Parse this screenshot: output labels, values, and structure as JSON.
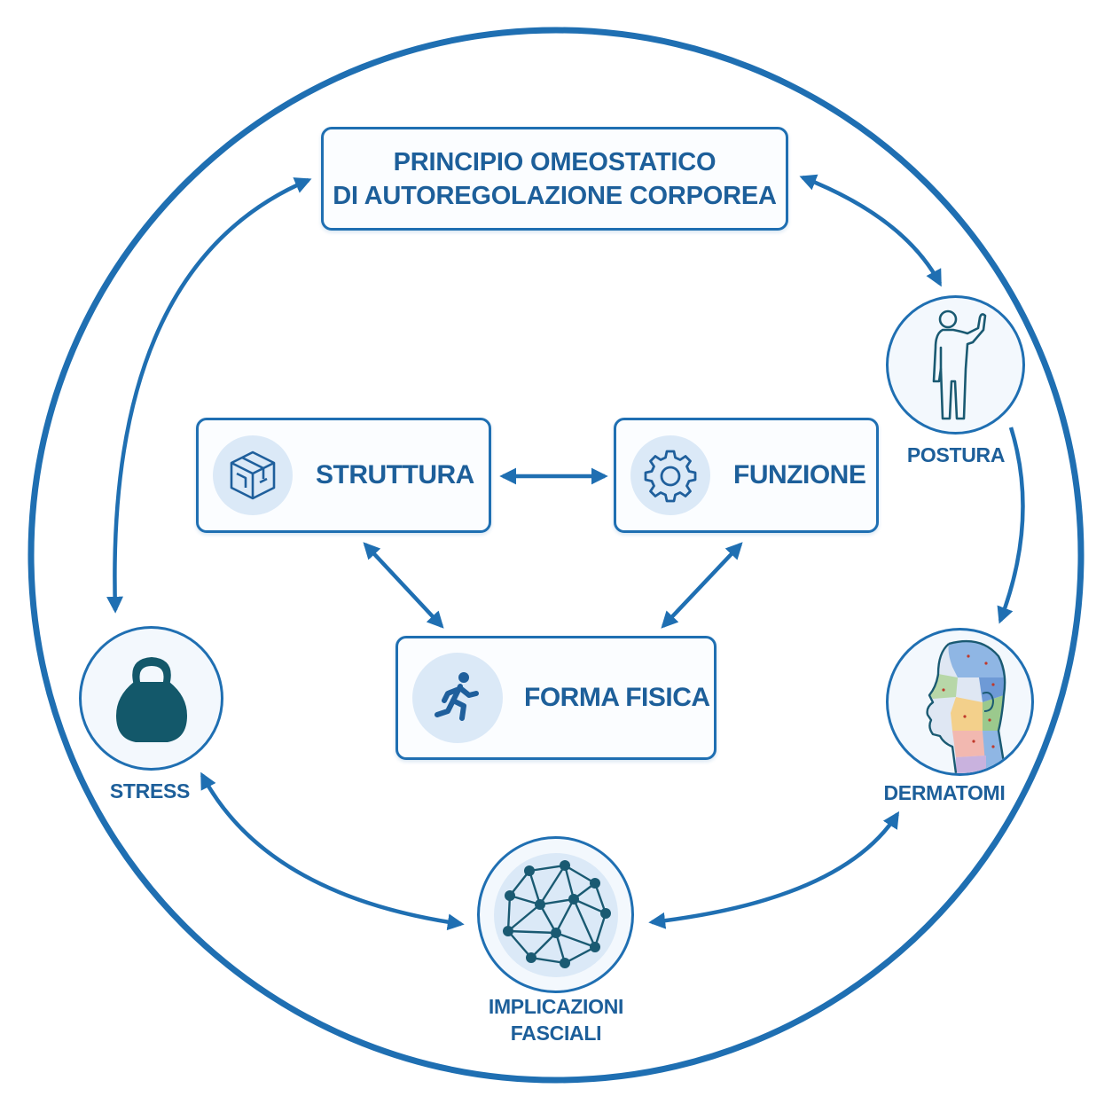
{
  "colors": {
    "primary": "#1f6fb2",
    "text": "#1d5f9a",
    "icon_bg": "#dbe9f7",
    "dark_icon": "#13586a"
  },
  "header": {
    "line1": "PRINCIPIO OMEOSTATICO",
    "line2": "DI AUTOREGOLAZIONE CORPOREA"
  },
  "center_nodes": {
    "struttura": {
      "label": "STRUTTURA",
      "icon": "cube-icon"
    },
    "funzione": {
      "label": "FUNZIONE",
      "icon": "gear-icon"
    },
    "forma_fisica": {
      "label": "FORMA FISICA",
      "icon": "runner-icon"
    }
  },
  "ring_nodes": {
    "postura": {
      "label": "POSTURA",
      "icon": "human-figure-icon"
    },
    "dermatomi": {
      "label": "DERMATOMI",
      "icon": "dermatome-head-icon"
    },
    "implicazioni": {
      "label_line1": "IMPLICAZIONI",
      "label_line2": "FASCIALI",
      "icon": "network-sphere-icon"
    },
    "stress": {
      "label": "STRESS",
      "icon": "kettlebell-icon"
    }
  }
}
